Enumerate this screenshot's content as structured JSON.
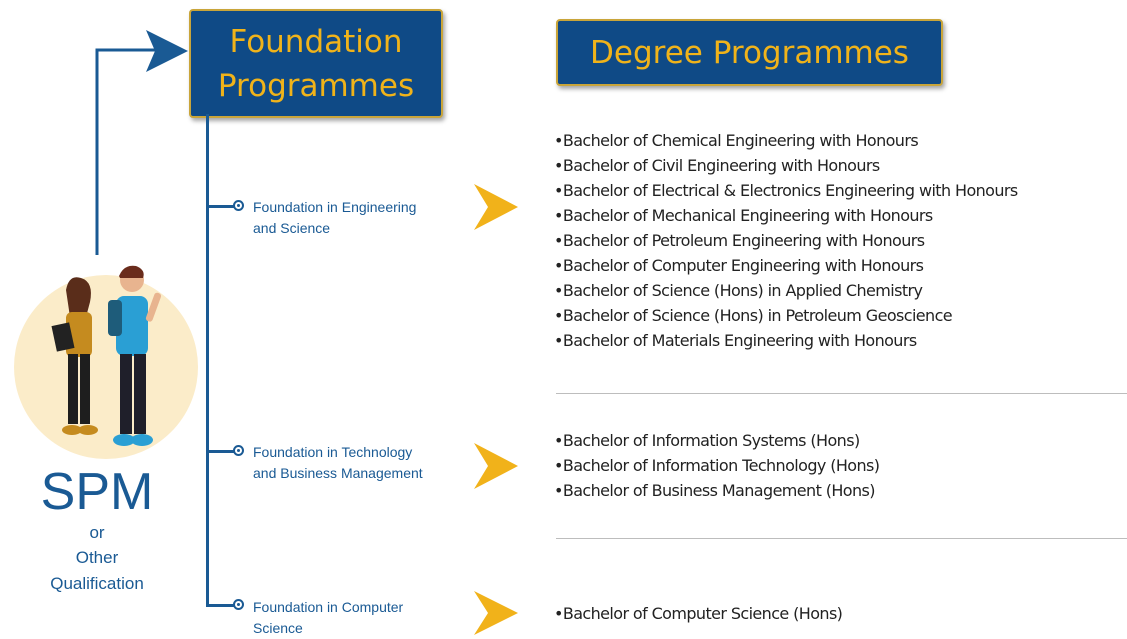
{
  "foundation_header": {
    "line1": "Foundation",
    "line2": "Programmes"
  },
  "degree_header": "Degree Programmes",
  "entry": {
    "title": "SPM",
    "connector": "or",
    "line1": "Other",
    "line2": "Qualification"
  },
  "foundations": [
    {
      "line1": "Foundation in Engineering",
      "line2": "and Science",
      "degrees": [
        "Bachelor of Chemical Engineering with Honours",
        "Bachelor of Civil Engineering with Honours",
        "Bachelor of Electrical & Electronics Engineering with Honours",
        "Bachelor of Mechanical Engineering with Honours",
        "Bachelor of Petroleum Engineering with Honours",
        "Bachelor of Computer Engineering with Honours",
        "Bachelor of Science (Hons) in Applied Chemistry",
        "Bachelor of Science (Hons) in Petroleum Geoscience",
        "Bachelor of Materials Engineering with Honours"
      ]
    },
    {
      "line1": "Foundation in Technology",
      "line2": "and Business Management",
      "degrees": [
        "Bachelor of Information Systems (Hons)",
        "Bachelor of Information Technology (Hons)",
        "Bachelor of Business Management (Hons)"
      ]
    },
    {
      "line1": "Foundation in Computer",
      "line2": "Science",
      "degrees": [
        "Bachelor of Computer Science (Hons)"
      ]
    }
  ],
  "colors": {
    "navy": "#0f4a86",
    "gold": "#f0b31a",
    "line": "#1a5a94",
    "chevron": "#f1b21a"
  },
  "icons": [
    "arrow-right-icon",
    "chevron-right-icon",
    "radio-bullet-icon",
    "students-illustration"
  ]
}
